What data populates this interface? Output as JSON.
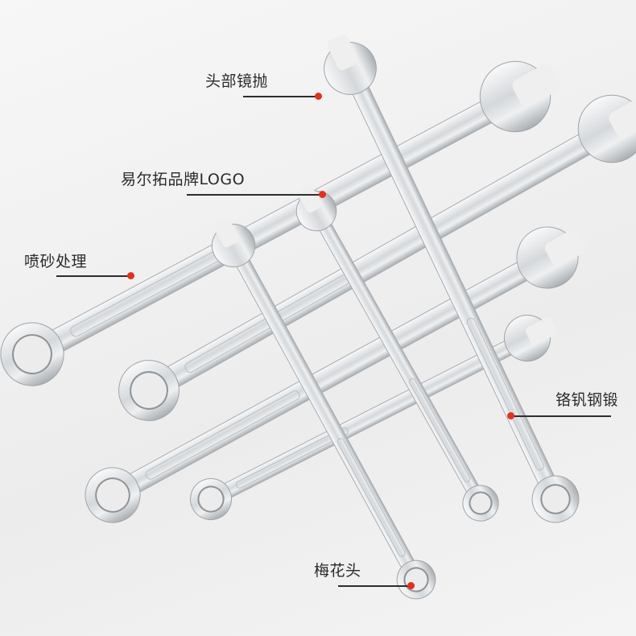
{
  "annotations": [
    {
      "id": "head-polish",
      "text": "头部镜抛"
    },
    {
      "id": "brand-logo",
      "text": "易尔拓品牌LOGO"
    },
    {
      "id": "sandblast",
      "text": "喷砂处理"
    },
    {
      "id": "cr-v-forged",
      "text": "铬钒钢锻"
    },
    {
      "id": "box-end",
      "text": "梅花头"
    }
  ],
  "colors": {
    "marker": "#e0321c",
    "line": "#2d2d2d",
    "steel": "#d9dcdf"
  }
}
